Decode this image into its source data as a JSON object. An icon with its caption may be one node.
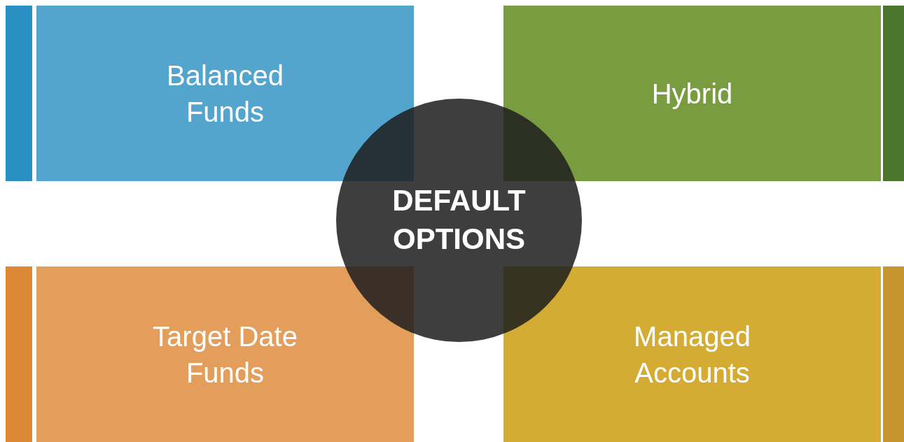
{
  "diagram": {
    "nodes": [
      {
        "text": [
          "Balanced Funds"
        ]
      },
      {
        "text": [
          "Hybrid"
        ]
      },
      {
        "text": [
          "DEFAULT OPTIONS"
        ]
      },
      {
        "text": [
          "Target Date Funds"
        ]
      },
      {
        "text": [
          "Managed Accounts"
        ]
      }
    ],
    "edges": []
  }
}
